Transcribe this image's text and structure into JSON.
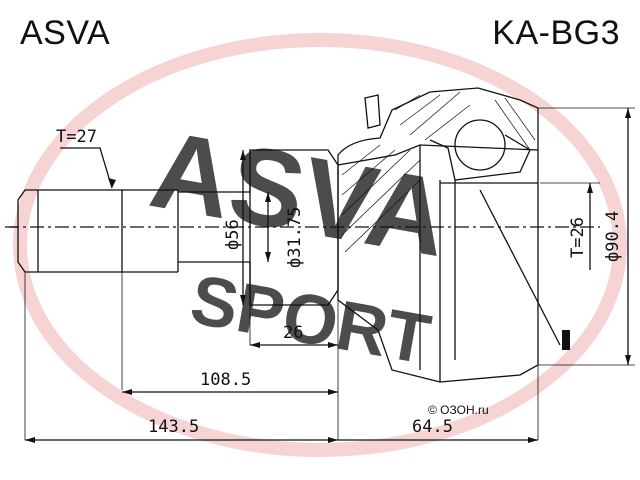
{
  "header": {
    "brand": "ASVA",
    "part_number": "KA-BG3"
  },
  "watermark": {
    "brand": "ASVA",
    "sub": "SPORT",
    "color": "#f3c6c6"
  },
  "footer": {
    "site": "© ОЗОН.ru"
  },
  "dimensions": {
    "spline_teeth": "T=27",
    "inner_spline": "T=26",
    "diameter_1": "ф56",
    "diameter_2": "ф31.75",
    "diameter_3": "ф90.4",
    "length_short": "26",
    "length_stem": "108.5",
    "length_total_left": "143.5",
    "length_housing": "64.5"
  },
  "colors": {
    "line": "#111111",
    "watermark": "#f3c6c6"
  }
}
